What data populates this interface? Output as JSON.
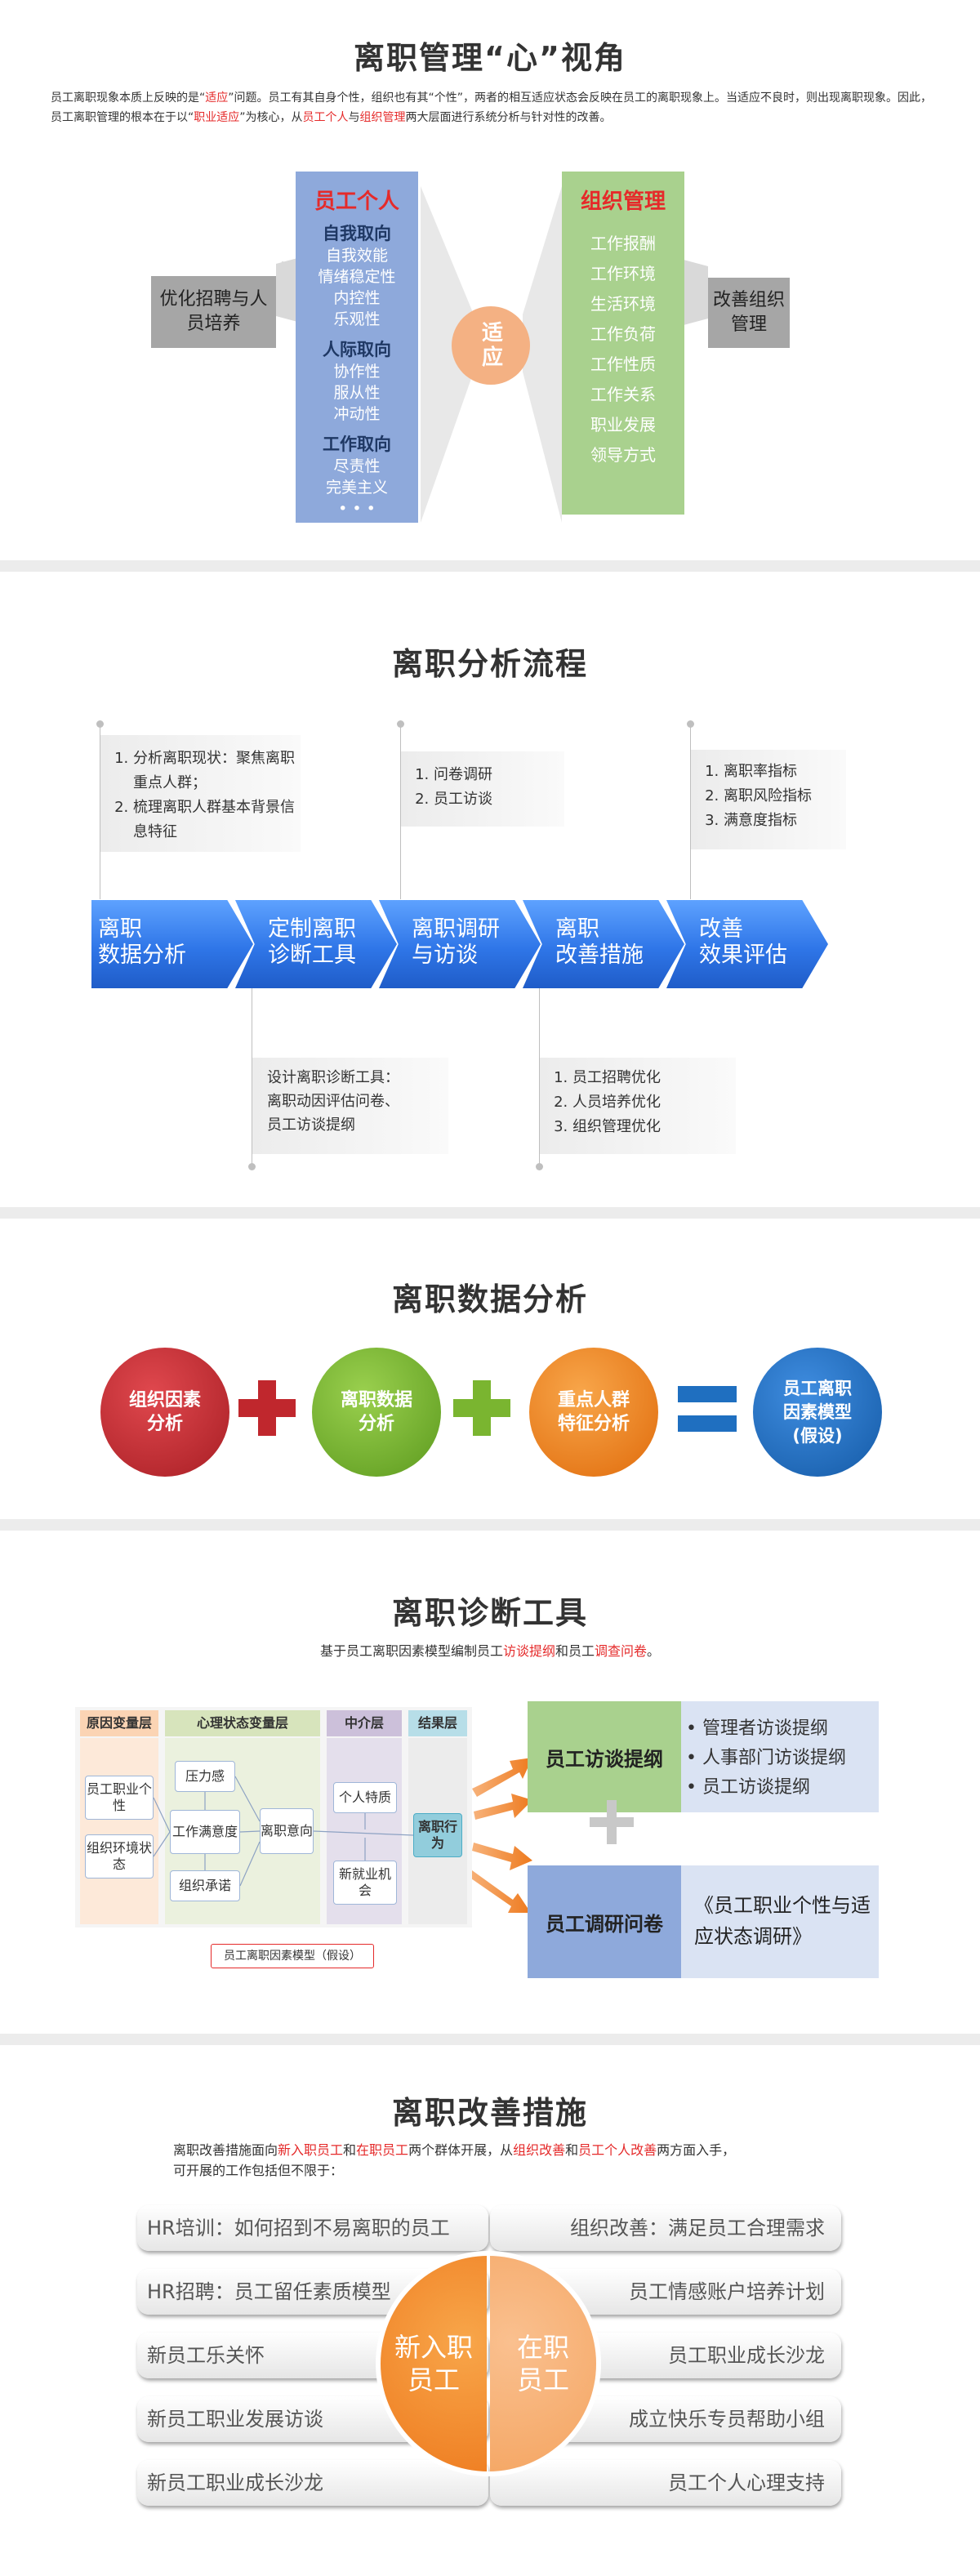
{
  "sec1": {
    "title": "离职管理“心”视角",
    "intro_segments": [
      {
        "t": "员工离职现象本质上反映的是“",
        "c": "n"
      },
      {
        "t": "适应",
        "c": "r"
      },
      {
        "t": "”问题。员工有其自身个性，组织也有其“个性”，两者的相互适应状态会反映在员工的离职现象上。当适应不良时，则出现离职现象。因此，员工离职管理的根本在于以“",
        "c": "n"
      },
      {
        "t": "职业适应",
        "c": "r"
      },
      {
        "t": "”为核心，从",
        "c": "n"
      },
      {
        "t": "员工个人",
        "c": "r"
      },
      {
        "t": "与",
        "c": "n"
      },
      {
        "t": "组织管理",
        "c": "r"
      },
      {
        "t": "两大层面进行系统分析与针对性的改善。",
        "c": "n"
      }
    ],
    "left_box": "优化招聘与人员培养",
    "right_box": "改善组织管理",
    "individual": {
      "title": "员工个人",
      "groups": [
        {
          "head": "自我取向",
          "items": [
            "自我效能",
            "情绪稳定性",
            "内控性",
            "乐观性"
          ]
        },
        {
          "head": "人际取向",
          "items": [
            "协作性",
            "服从性",
            "冲动性"
          ]
        },
        {
          "head": "工作取向",
          "items": [
            "尽责性",
            "完美主义",
            "• • •"
          ]
        }
      ]
    },
    "center": "适应",
    "org": {
      "title": "组织管理",
      "items": [
        "工作报酬",
        "工作环境",
        "生活环境",
        "工作负荷",
        "工作性质",
        "工作关系",
        "职业发展",
        "领导方式"
      ]
    }
  },
  "sec2": {
    "title": "离职分析流程",
    "steps": [
      "离职\n数据分析",
      "定制离职\n诊断工具",
      "离职调研\n与访谈",
      "离职\n改善措施",
      "改善\n效果评估"
    ],
    "top_callouts": [
      [
        "分析离职现状：聚焦离职重点人群；",
        "梳理离职人群基本背景信息特征"
      ],
      [
        "问卷调研",
        "员工访谈"
      ],
      [
        "离职率指标",
        "离职风险指标",
        "满意度指标"
      ]
    ],
    "bottom_callouts": [
      "设计离职诊断工具：\n离职动因评估问卷、\n员工访谈提纲",
      [
        "员工招聘优化",
        "人员培养优化",
        "组织管理优化"
      ]
    ]
  },
  "sec3": {
    "title": "离职数据分析",
    "c1": "组织因素\n分析",
    "c2": "离职数据\n分析",
    "c3": "重点人群\n特征分析",
    "c4": "员工离职\n因素模型\n(假设)",
    "colors": {
      "red": "#c0272d",
      "green": "#7ab530",
      "orange": "#f08a1c",
      "blue": "#1f6fc0"
    }
  },
  "sec4": {
    "title": "离职诊断工具",
    "subtitle_segments": [
      {
        "t": "基于员工离职因素模型编制员工",
        "c": "n"
      },
      {
        "t": "访谈提纲",
        "c": "r"
      },
      {
        "t": "和员工",
        "c": "n"
      },
      {
        "t": "调查问卷",
        "c": "r"
      },
      {
        "t": "。",
        "c": "n"
      }
    ],
    "model": {
      "layer1": "原因变量层",
      "layer2": "心理状态变量层",
      "layer3": "中介层",
      "layer4": "结果层",
      "cause1": "员工职业个性",
      "cause2": "组织环境状态",
      "psy1": "压力感",
      "psy2": "工作满意度",
      "psy3": "组织承诺",
      "psy4": "离职意向",
      "mid1": "个人特质",
      "mid2": "新就业机会",
      "result": "离职行为",
      "caption": "员工离职因素模型（假设）"
    },
    "tool1": {
      "title": "员工访谈提纲",
      "items": [
        "管理者访谈提纲",
        "人事部门访谈提纲",
        "员工访谈提纲"
      ]
    },
    "tool2": {
      "title": "员工调研问卷",
      "desc": "《员工职业个性与适应状态调研》"
    }
  },
  "sec5": {
    "title": "离职改善措施",
    "intro_segments": [
      {
        "t": "离职改善措施面向",
        "c": "n"
      },
      {
        "t": "新入职员工",
        "c": "r"
      },
      {
        "t": "和",
        "c": "n"
      },
      {
        "t": "在职员工",
        "c": "r"
      },
      {
        "t": "两个群体开展，从",
        "c": "n"
      },
      {
        "t": "组织改善",
        "c": "r"
      },
      {
        "t": "和",
        "c": "n"
      },
      {
        "t": "员工个人改善",
        "c": "r"
      },
      {
        "t": "两方面入手，",
        "c": "n"
      }
    ],
    "intro_line2": "可开展的工作包括但不限于：",
    "left": [
      "HR培训：如何招到不易离职的员工",
      "HR招聘：员工留任素质模型",
      "新员工乐关怀",
      "新员工职业发展访谈",
      "新员工职业成长沙龙"
    ],
    "right": [
      "组织改善：满足员工合理需求",
      "员工情感账户培养计划",
      "员工职业成长沙龙",
      "成立快乐专员帮助小组",
      "员工个人心理支持"
    ],
    "center_left": "新入职\n员工",
    "center_right": "在职\n员工"
  }
}
